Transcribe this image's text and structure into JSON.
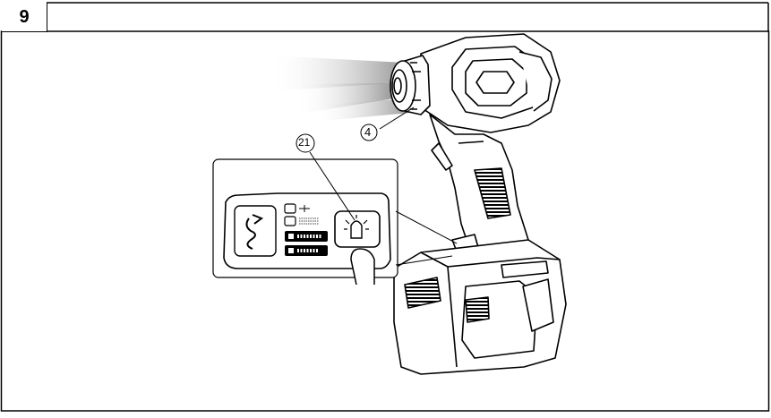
{
  "figure": {
    "number": "9"
  },
  "callouts": {
    "tool_light_ref": "4",
    "button_ref": "21"
  },
  "panel": {
    "icons": [
      "impact-mode-icon",
      "light-level-1-icon",
      "light-level-2-icon",
      "battery-level-icon",
      "light-button-icon"
    ]
  },
  "colors": {
    "line": "#000000",
    "background": "#ffffff"
  }
}
